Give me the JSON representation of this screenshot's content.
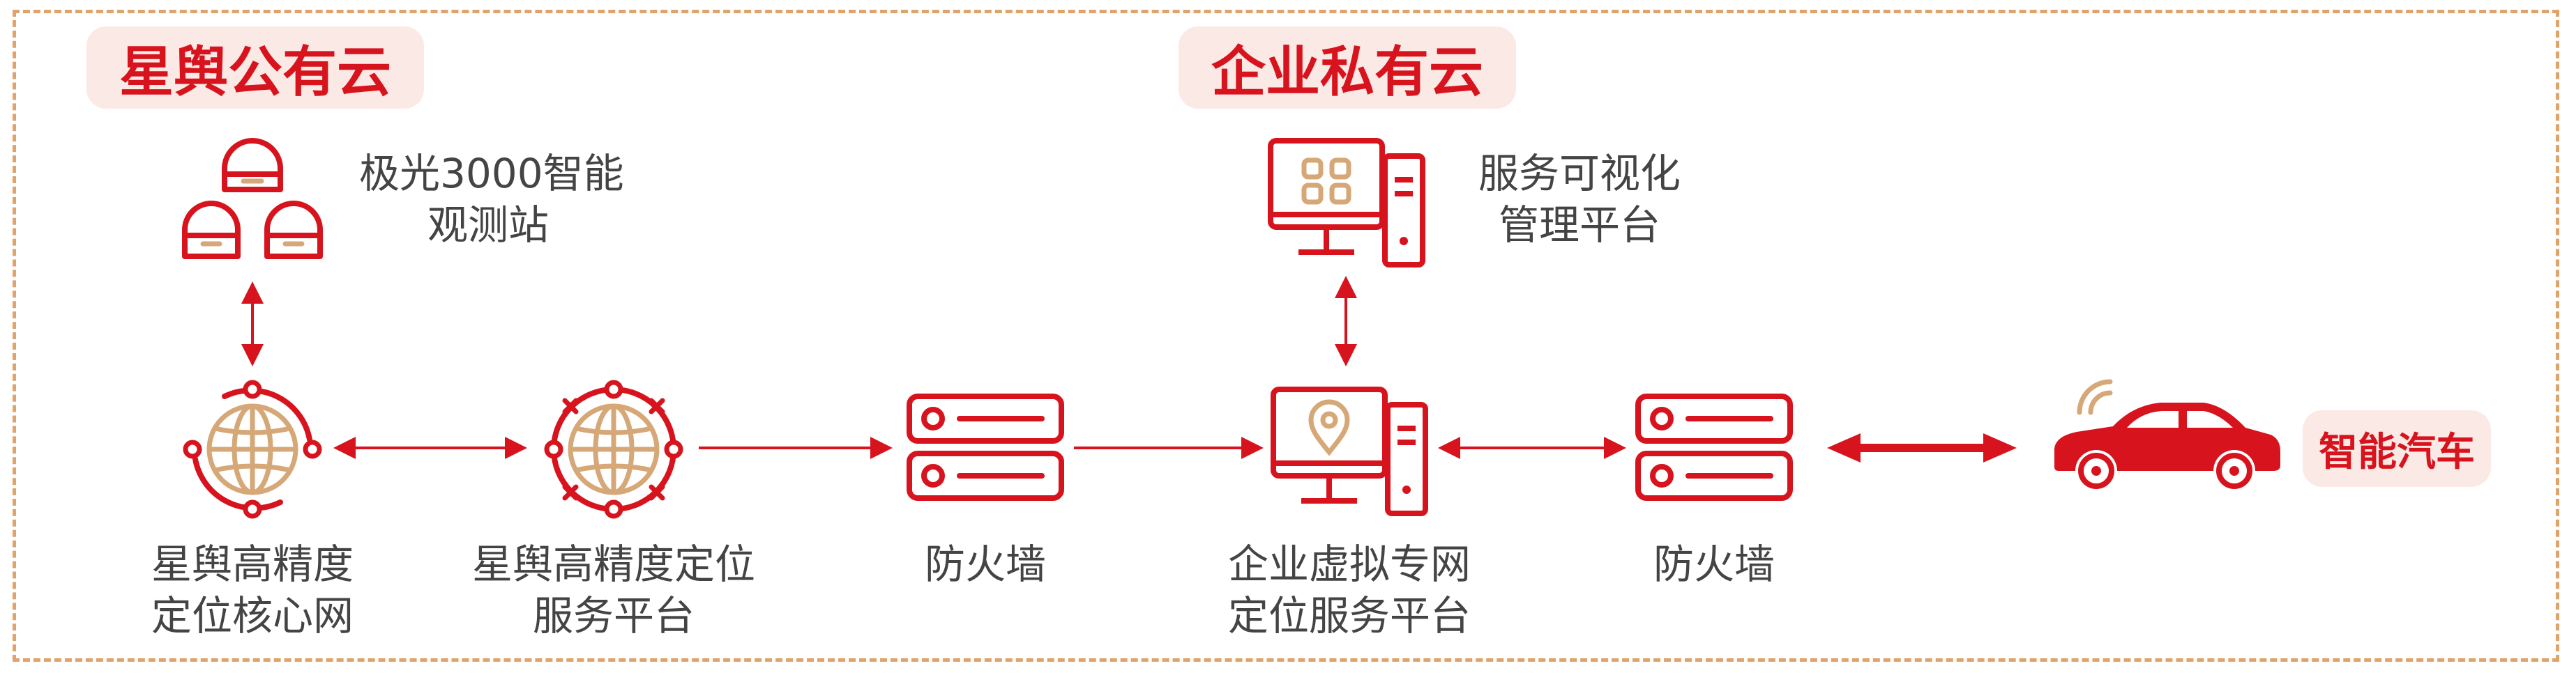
{
  "colors": {
    "primary": "#D7141E",
    "secondary": "#D6A878",
    "text": "#444444",
    "tag_bg": "#FBE9E6",
    "frame": "#E0A36A"
  },
  "zones": {
    "public": "星舆公有云",
    "private": "企业私有云"
  },
  "nodes": {
    "stations": {
      "icon": "observation-station-icon",
      "line1": "极光3000智能",
      "line2": "观测站"
    },
    "core": {
      "icon": "globe-network-icon",
      "line1": "星舆高精度",
      "line2": "定位核心网"
    },
    "service": {
      "icon": "globe-nodes-icon",
      "line1": "星舆高精度定位",
      "line2": "服务平台"
    },
    "firewall1": {
      "icon": "firewall-server-icon",
      "line1": "防火墙"
    },
    "vpn": {
      "icon": "computer-location-icon",
      "line1": "企业虚拟专网",
      "line2": "定位服务平台"
    },
    "visual": {
      "icon": "computer-dashboard-icon",
      "line1": "服务可视化",
      "line2": "管理平台"
    },
    "firewall2": {
      "icon": "firewall-server-icon",
      "line1": "防火墙"
    },
    "car": {
      "icon": "smart-car-icon",
      "label": "智能汽车"
    }
  }
}
